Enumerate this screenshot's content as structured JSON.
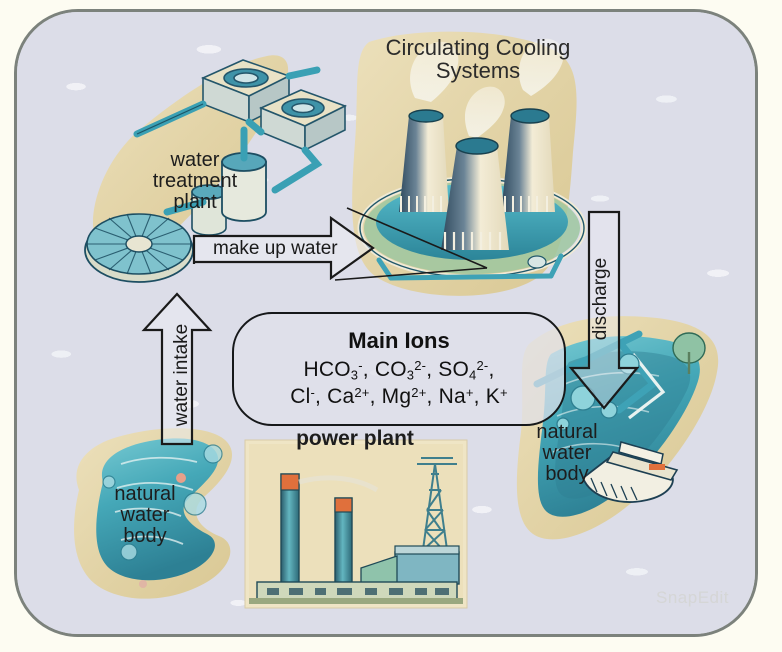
{
  "figure": {
    "watermark": "SnapEdit"
  },
  "labels": {
    "cooling_systems": "Circulating Cooling\nSystems",
    "water_treatment_plant": "water\ntreatment\nplant",
    "power_plant": "power plant",
    "natural_water_body_left": "natural\nwater\nbody",
    "natural_water_body_right": "natural\nwater\nbody"
  },
  "arrows": {
    "make_up_water": "make up water",
    "water_intake": "water intake",
    "discharge": "discharge"
  },
  "ions_box": {
    "title": "Main Ions",
    "line1": [
      {
        "formula": "HCO",
        "sub": "3",
        "sup": "-"
      },
      {
        "formula": "CO",
        "sub": "3",
        "sup": "2-"
      },
      {
        "formula": "SO",
        "sub": "4",
        "sup": "2-"
      }
    ],
    "line2": [
      {
        "formula": "Cl",
        "sub": "",
        "sup": "-"
      },
      {
        "formula": "Ca",
        "sub": "",
        "sup": "2+"
      },
      {
        "formula": "Mg",
        "sub": "",
        "sup": "2+"
      },
      {
        "formula": "Na",
        "sub": "",
        "sup": "+"
      },
      {
        "formula": "K",
        "sub": "",
        "sup": "+"
      }
    ],
    "line1_text": "HCO3-, CO32-, SO42-,",
    "line2_text": "Cl-, Ca2+, Mg2+, Na+, K+"
  },
  "colors": {
    "frame_border": "#7c827c",
    "sky": "#dcdde8",
    "page_background": "#fdfcf2",
    "water_teal": "#4fb3bf",
    "water_deep": "#2e7f91",
    "sand": "#e4d7ac",
    "tower_cream": "#f2ead0",
    "tower_shadow": "#2f4f63",
    "stack_orange": "#e0703c",
    "ink": "#1d1d1d"
  }
}
